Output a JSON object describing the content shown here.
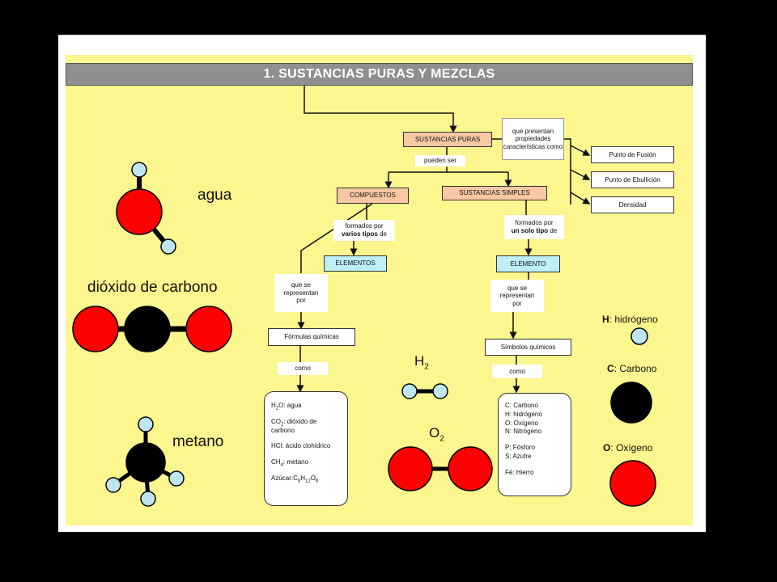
{
  "title": "1. SUSTANCIAS PURAS Y MEZCLAS",
  "nodes": {
    "sustancias_puras": "SUSTANCIAS PURAS",
    "que_presentan": "que presentan propiedades características como",
    "punto_fusion": "Punto de Fusión",
    "punto_ebullicion": "Punto de Ebullición",
    "densidad": "Densidad",
    "pueden_ser": "pueden ser",
    "compuestos": "COMPUESTOS",
    "sustancias_simples": "SUSTANCIAS SIMPLES",
    "formados_varios_pre": "formados por",
    "formados_varios_bold": "varios tipos",
    "formados_varios_post": "de",
    "formados_uno_pre": "formados por",
    "formados_uno_bold": "un solo tipo",
    "formados_uno_post": "de",
    "elementos": "ELEMENTOS",
    "elemento": "ELEMENTO",
    "que_se_representan_left": "que se representan por",
    "que_se_representan_right": "que se representan por",
    "formulas_quimicas": "Fórmulas químicas",
    "simbolos_quimicos": "Símbolos químicos",
    "como_left": "como",
    "como_right": "como"
  },
  "formulas_list": {
    "h2o_formula": "H2O",
    "h2o_name": ": agua",
    "co2_formula": "CO2",
    "co2_name": ": dióxido de carbono",
    "hcl": "HCl: ácido clohídrico",
    "ch4_formula": "CH4",
    "ch4_name": ": metano",
    "azucar_pre": "Azúcar:",
    "azucar_formula": "C6H12O6"
  },
  "symbols_list": [
    "C: Carbono",
    "H: hidrógeno",
    "O: Oxígeno",
    "N: Nitrógeno",
    "P: Fósforo",
    "S: Azufre",
    "Fé: Hierro"
  ],
  "molecules": {
    "agua": "agua",
    "dioxido": "dióxido de carbono",
    "metano": "metano",
    "h2": "H",
    "h2_sub": "2",
    "o2": "O",
    "o2_sub": "2"
  },
  "legend": {
    "h_symbol": "H",
    "h_name": ": hidrógeno",
    "c_symbol": "C",
    "c_name": ": Carbono",
    "o_symbol": "O",
    "o_name": ": Oxígeno"
  },
  "colors": {
    "background": "#fcf68e",
    "title_bar": "#8f8f8f",
    "orange_node": "#f8c8a3",
    "cyan_node": "#bdeff5",
    "hydrogen": "#bfe6ee",
    "carbon": "#000000",
    "oxygen": "#ff0000"
  }
}
